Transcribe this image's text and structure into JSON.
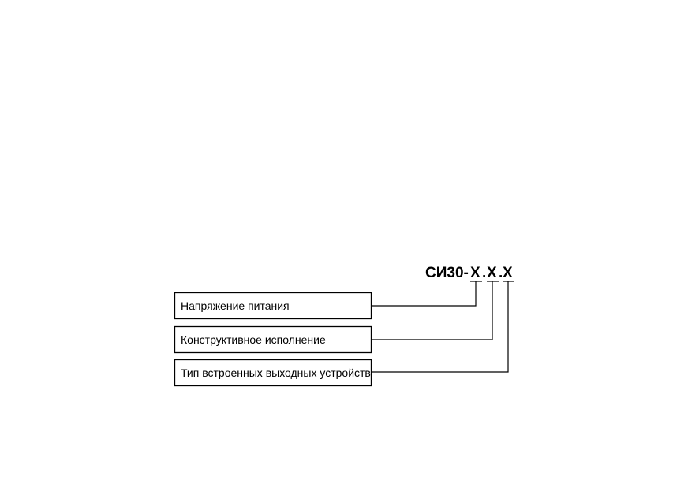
{
  "designation": {
    "prefix": "СИ30-",
    "fields": [
      "X",
      "X",
      "X"
    ],
    "separator": "."
  },
  "boxes": [
    {
      "label": "Напряжение питания"
    },
    {
      "label": "Конструктивное исполнение"
    },
    {
      "label": "Тип встроенных выходных устройств"
    }
  ],
  "colors": {
    "line": "#000000",
    "text": "#000000",
    "background": "#ffffff"
  }
}
